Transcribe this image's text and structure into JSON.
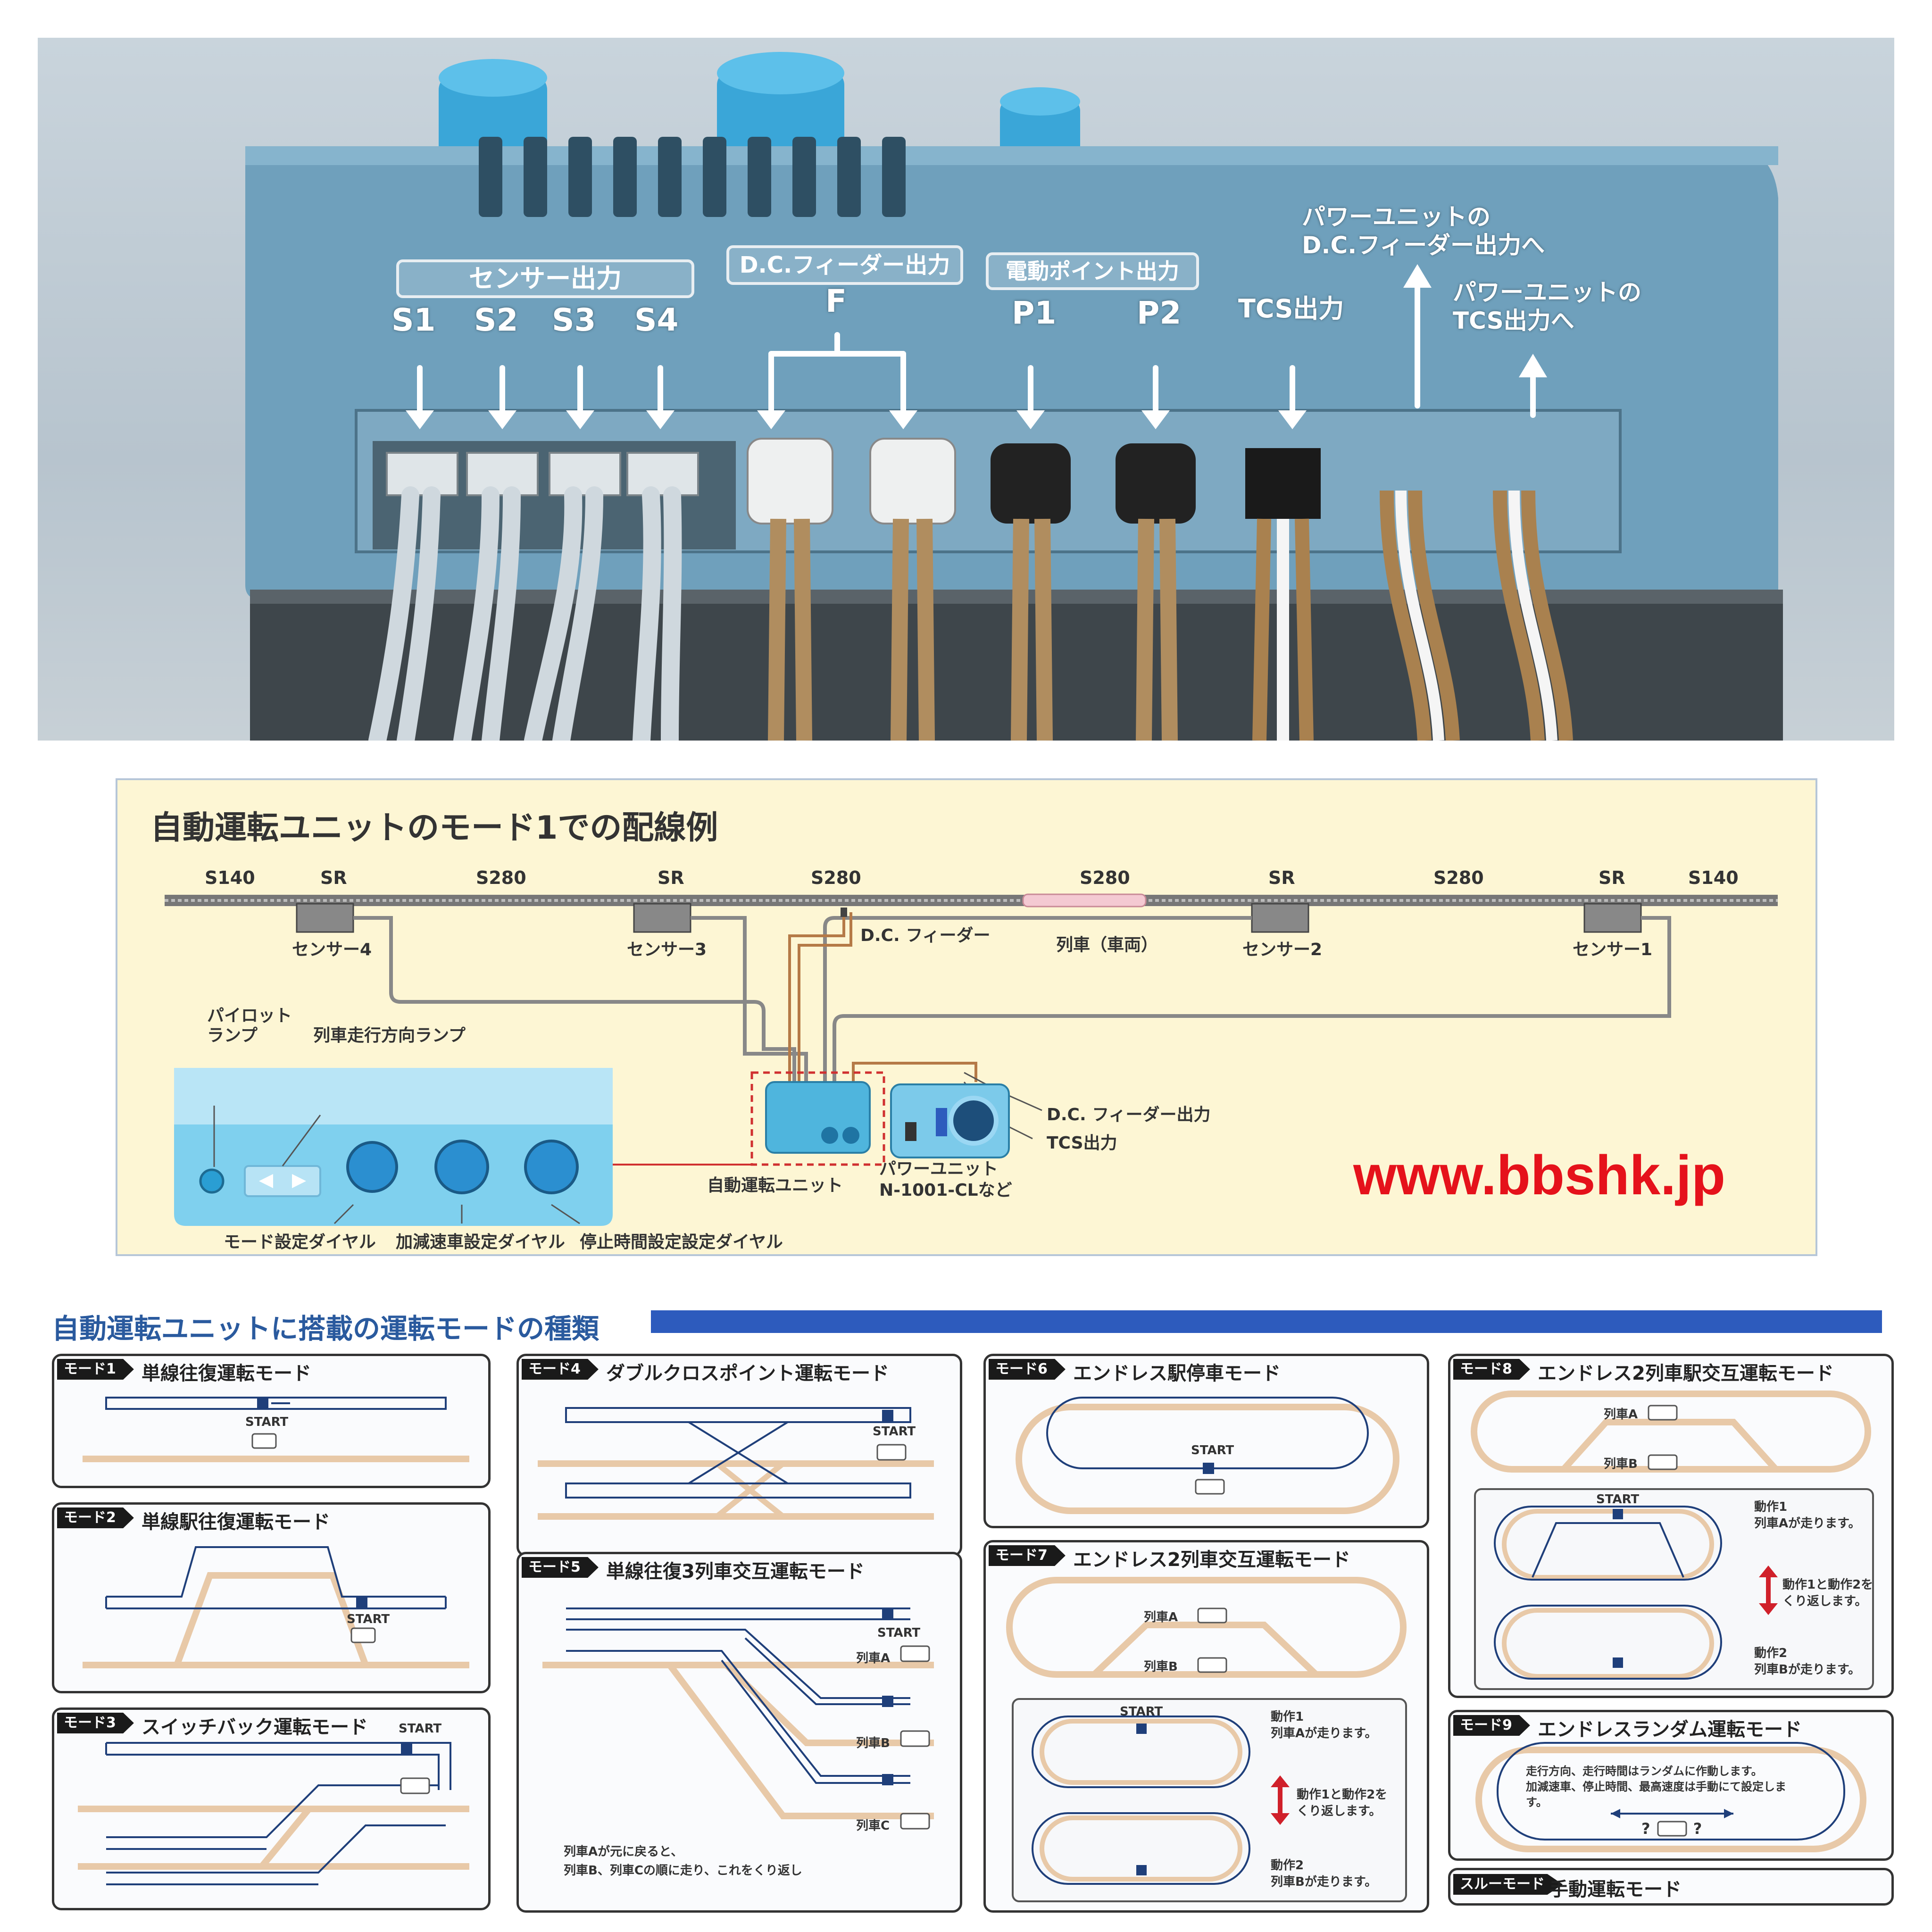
{
  "photo": {
    "sensor_header": "センサー出力",
    "sensors": [
      "S1",
      "S2",
      "S3",
      "S4"
    ],
    "feeder_header": "D.C.フィーダー出力",
    "feeder_port": "F",
    "point_header": "電動ポイント出力",
    "points": [
      "P1",
      "P2"
    ],
    "tcs_label": "TCS出力",
    "power_feeder_line1": "パワーユニットの",
    "power_feeder_line2": "D.C.フィーダー出力へ",
    "power_tcs_line1": "パワーユニットの",
    "power_tcs_line2": "TCS出力へ"
  },
  "wiring": {
    "title": "自動運転ユニットのモード1での配線例",
    "tracks": [
      "S140",
      "SR",
      "S280",
      "SR",
      "S280",
      "S280",
      "SR",
      "S280",
      "SR",
      "S140"
    ],
    "sensor4": "センサー4",
    "sensor3": "センサー3",
    "sensor2": "センサー2",
    "sensor1": "センサー1",
    "feeder": "D.C. フィーダー",
    "train": "列車（車両）",
    "pilot_lamp_1": "パイロット",
    "pilot_lamp_2": "ランプ",
    "direction_lamp": "列車走行方向ランプ",
    "mode_dial": "モード設定ダイヤル",
    "accel_dial": "加減速車設定ダイヤル",
    "stop_dial": "停止時間設定設定ダイヤル",
    "auto_unit": "自動運転ユニット",
    "power_unit_1": "パワーユニット",
    "power_unit_2": "N-1001-CLなど",
    "feeder_out": "D.C. フィーダー出力",
    "tcs_out": "TCS出力",
    "url": "www.bbshk.jp"
  },
  "modes": {
    "title": "自動運転ユニットに搭載の運転モードの種類",
    "start": "START",
    "m1": {
      "tag": "モード1",
      "name": "単線往復運転モード"
    },
    "m2": {
      "tag": "モード2",
      "name": "単線駅往復運転モード"
    },
    "m3": {
      "tag": "モード3",
      "name": "スイッチバック運転モード"
    },
    "m4": {
      "tag": "モード4",
      "name": "ダブルクロスポイント運転モード"
    },
    "m5": {
      "tag": "モード5",
      "name": "単線往復3列車交互運転モード",
      "trainA": "列車A",
      "trainB": "列車B",
      "trainC": "列車C",
      "note1": "列車Aが元に戻ると、",
      "note2": "列車B、列車Cの順に走り、これをくり返し"
    },
    "m6": {
      "tag": "モード6",
      "name": "エンドレス駅停車モード"
    },
    "m7": {
      "tag": "モード7",
      "name": "エンドレス2列車交互運転モード",
      "trainA": "列車A",
      "trainB": "列車B",
      "act1": "動作1",
      "act1d": "列車Aが走ります。",
      "rep1": "動作1と動作2を",
      "rep2": "くり返します。",
      "act2": "動作2",
      "act2d": "列車Bが走ります。"
    },
    "m8": {
      "tag": "モード8",
      "name": "エンドレス2列車駅交互運転モード",
      "trainA": "列車A",
      "trainB": "列車B",
      "act1": "動作1",
      "act1d": "列車Aが走ります。",
      "rep1": "動作1と動作2を",
      "rep2": "くり返します。",
      "act2": "動作2",
      "act2d": "列車Bが走ります。"
    },
    "m9": {
      "tag": "モード9",
      "name": "エンドレスランダム運転モード",
      "d1": "走行方向、走行時間はランダムに作動します。",
      "d2": "加減速車、停止時間、最高速度は手動にて設定しま",
      "d3": "す。",
      "q": "? ?"
    },
    "thru": {
      "tag": "スルーモード",
      "name": "手動運転モード"
    }
  }
}
